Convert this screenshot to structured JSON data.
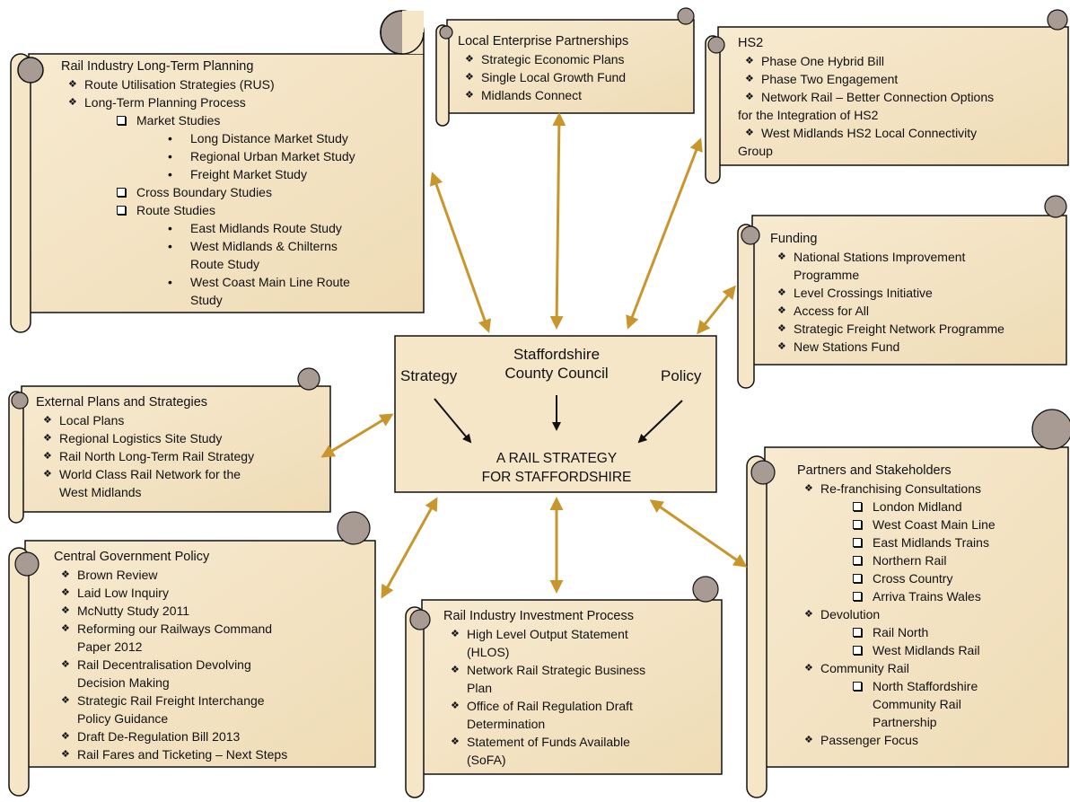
{
  "center": {
    "title_line1": "Staffordshire",
    "title_line2": "County Council",
    "left_label": "Strategy",
    "right_label": "Policy",
    "strategy_line1": "A RAIL STRATEGY",
    "strategy_line2": "FOR STAFFORDSHIRE"
  },
  "scrolls": {
    "long_term": {
      "title": "Rail Industry Long-Term  Planning",
      "items": [
        "Route Utilisation Strategies (RUS)",
        "Long-Term Planning Process",
        "Market Studies",
        "Long Distance Market Study",
        "Regional Urban Market Study",
        "Freight Market Study",
        "Cross Boundary Studies",
        "Route Studies",
        "East Midlands Route Study",
        "West Midlands & Chilterns",
        "Route Study",
        "West Coast Main Line Route",
        "Study"
      ]
    },
    "lep": {
      "title": "Local Enterprise Partnerships",
      "items": [
        "Strategic Economic Plans",
        "Single Local Growth Fund",
        "Midlands Connect"
      ]
    },
    "hs2": {
      "title": "HS2",
      "items": [
        "Phase One Hybrid Bill",
        "Phase Two Engagement",
        "Network Rail – Better Connection Options",
        "for the Integration of HS2",
        "West Midlands HS2 Local Connectivity",
        "Group"
      ]
    },
    "funding": {
      "title": "Funding",
      "items": [
        "National Stations Improvement",
        "Programme",
        "Level Crossings Initiative",
        "Access for All",
        "Strategic Freight Network Programme",
        "New Stations Fund"
      ]
    },
    "external": {
      "title": "External Plans and Strategies",
      "items": [
        "Local Plans",
        "Regional Logistics Site Study",
        "Rail North Long-Term  Rail Strategy",
        "World Class Rail Network for the",
        "West Midlands"
      ]
    },
    "central": {
      "title": "Central Government Policy",
      "items": [
        "Brown Review",
        "Laid Low Inquiry",
        "McNutty Study 2011",
        "Reforming our Railways Command",
        "Paper 2012",
        "Rail Decentralisation Devolving",
        "Decision Making",
        "Strategic Rail Freight Interchange",
        "Policy Guidance",
        "Draft  De-Regulation  Bill 2013",
        "Rail Fares and Ticketing – Next Steps"
      ]
    },
    "investment": {
      "title": "Rail Industry Investment Process",
      "items": [
        "High Level Output Statement",
        "(HLOS)",
        "Network Rail Strategic Business",
        "Plan",
        "Office of Rail Regulation Draft",
        "Determination",
        "Statement of Funds Available",
        "(SoFA)"
      ]
    },
    "partners": {
      "title": "Partners and Stakeholders",
      "items": [
        "Re-franchising Consultations",
        "London Midland",
        "West Coast Main Line",
        "East Midlands Trains",
        "Northern Rail",
        "Cross Country",
        "Arriva Trains Wales",
        "Devolution",
        "Rail North",
        "West Midlands Rail",
        "Community Rail",
        "North Staffordshire",
        "Community Rail",
        "Partnership",
        "Passenger Focus"
      ]
    }
  },
  "colors": {
    "parchment": "#f5e6c8",
    "outline": "#111111",
    "arrow_gold": "#c9962c",
    "curl_grey": "#a79b93"
  }
}
